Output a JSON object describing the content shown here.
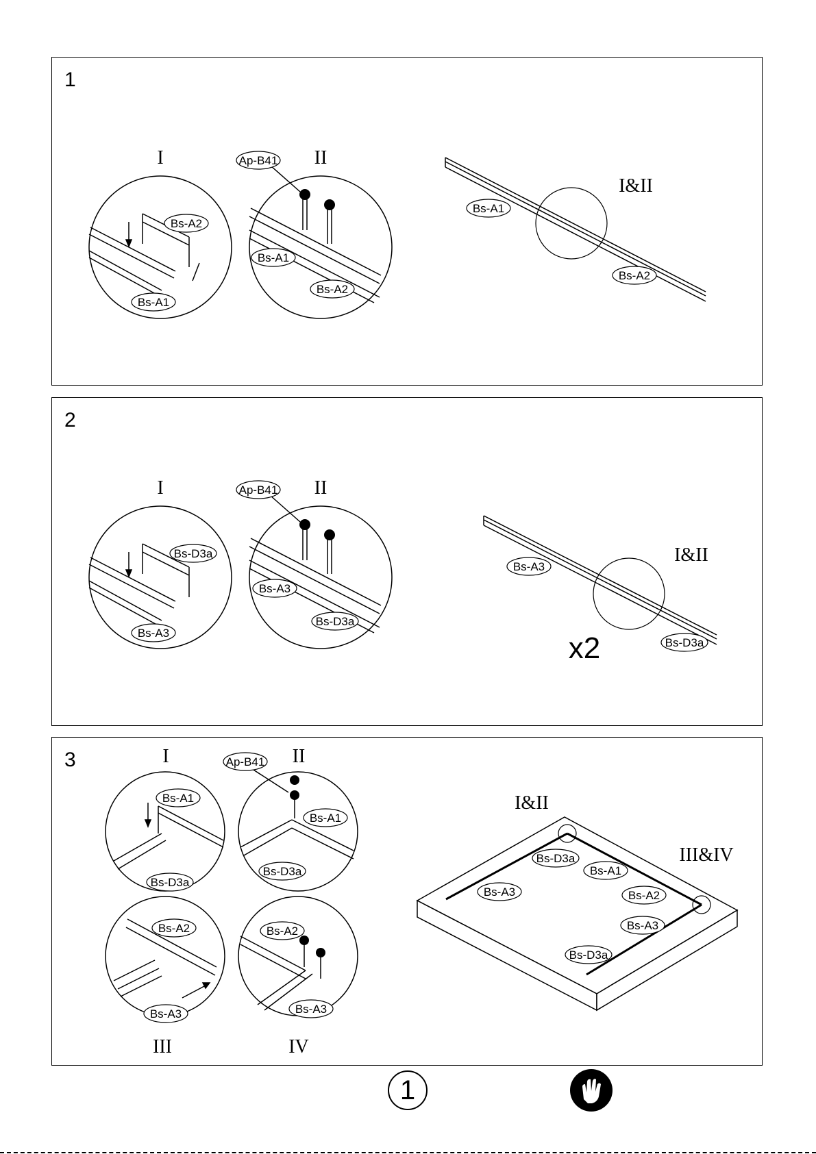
{
  "steps": [
    {
      "number": "1",
      "detail_I": {
        "roman": "I",
        "labels": [
          "Bs-A2",
          "Bs-A1"
        ]
      },
      "detail_II": {
        "roman": "II",
        "screw": "Ap-B41",
        "labels": [
          "Bs-A1",
          "Bs-A2"
        ]
      },
      "overview": {
        "roman": "I&II",
        "labels": [
          "Bs-A1",
          "Bs-A2"
        ]
      }
    },
    {
      "number": "2",
      "detail_I": {
        "roman": "I",
        "labels": [
          "Bs-D3a",
          "Bs-A3"
        ]
      },
      "detail_II": {
        "roman": "II",
        "screw": "Ap-B41",
        "labels": [
          "Bs-A3",
          "Bs-D3a"
        ]
      },
      "overview": {
        "roman": "I&II",
        "labels": [
          "Bs-A3",
          "Bs-D3a"
        ],
        "multiplier": "x2"
      }
    },
    {
      "number": "3",
      "detail_I": {
        "roman": "I",
        "labels": [
          "Bs-A1",
          "Bs-D3a"
        ]
      },
      "detail_II": {
        "roman": "II",
        "screw": "Ap-B41",
        "labels": [
          "Bs-A1",
          "Bs-D3a"
        ]
      },
      "detail_III": {
        "roman": "III",
        "labels": [
          "Bs-A2",
          "Bs-A3"
        ]
      },
      "detail_IV": {
        "roman": "IV",
        "labels": [
          "Bs-A2",
          "Bs-A3"
        ]
      },
      "overview": {
        "roman_a": "I&II",
        "roman_b": "III&IV",
        "labels": [
          "Bs-D3a",
          "Bs-A1",
          "Bs-A3",
          "Bs-A2",
          "Bs-A3",
          "Bs-D3a"
        ]
      }
    }
  ],
  "footer": {
    "page_number": "1",
    "icon": "gloves-icon"
  }
}
